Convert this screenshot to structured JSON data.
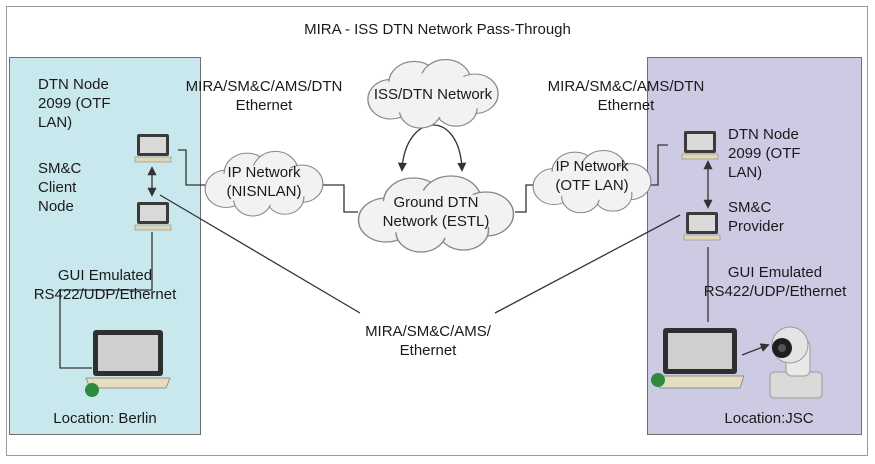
{
  "title": "MIRA - ISS DTN Network Pass-Through",
  "left_site": {
    "dtn_node": "DTN Node\n2099 (OTF\nLAN)",
    "client_node": "SM&C\nClient\nNode",
    "gui_link": "GUI Emulated\nRS422/UDP/Ethernet",
    "location": "Location: Berlin"
  },
  "right_site": {
    "dtn_node": "DTN Node\n2099 (OTF\nLAN)",
    "provider": "SM&C\nProvider",
    "gui_link": "GUI Emulated\nRS422/UDP/Ethernet",
    "location": "Location:JSC"
  },
  "links": {
    "top_left": "MIRA/SM&C/AMS/DTN\nEthernet",
    "top_right": "MIRA/SM&C/AMS/DTN\nEthernet",
    "bottom_center": "MIRA/SM&C/AMS/\nEthernet"
  },
  "clouds": {
    "iss_dtn": "ISS/DTN Network",
    "ip_left": "IP Network\n(NISNLAN)",
    "ground_dtn": "Ground DTN\nNetwork (ESTL)",
    "ip_right": "IP Network\n(OTF LAN)"
  },
  "colors": {
    "left_panel": "#c9e8ee",
    "right_panel": "#cdcbe4",
    "cloud": "#f2f2f2",
    "status_dot": "#2e8b3e"
  }
}
